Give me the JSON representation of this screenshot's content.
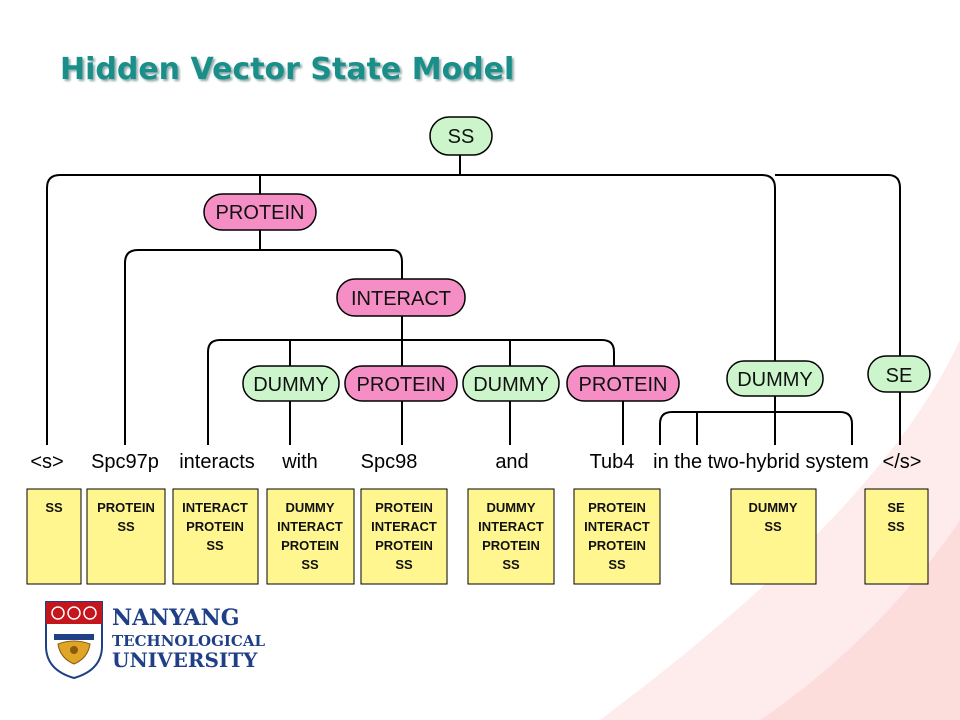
{
  "slide": {
    "title": "Hidden Vector State Model"
  },
  "tree": {
    "nodes": [
      {
        "id": "ss",
        "label": "SS",
        "type": "green"
      },
      {
        "id": "protein-top",
        "label": "PROTEIN",
        "type": "pink"
      },
      {
        "id": "interact",
        "label": "INTERACT",
        "type": "pink"
      },
      {
        "id": "dummy-1",
        "label": "DUMMY",
        "type": "green"
      },
      {
        "id": "protein-2",
        "label": "PROTEIN",
        "type": "pink"
      },
      {
        "id": "dummy-3",
        "label": "DUMMY",
        "type": "green"
      },
      {
        "id": "protein-4",
        "label": "PROTEIN",
        "type": "pink"
      },
      {
        "id": "dummy-right",
        "label": "DUMMY",
        "type": "green"
      },
      {
        "id": "se",
        "label": "SE",
        "type": "green"
      }
    ],
    "words": [
      "<s>",
      "Spc97p",
      "interacts",
      "with",
      "Spc98",
      "and",
      "Tub4",
      "in the two-hybrid system",
      "</s>"
    ],
    "stacks": [
      [
        "SS"
      ],
      [
        "PROTEIN",
        "SS"
      ],
      [
        "INTERACT",
        "PROTEIN",
        "SS"
      ],
      [
        "DUMMY",
        "INTERACT",
        "PROTEIN",
        "SS"
      ],
      [
        "PROTEIN",
        "INTERACT",
        "PROTEIN",
        "SS"
      ],
      [
        "DUMMY",
        "INTERACT",
        "PROTEIN",
        "SS"
      ],
      [
        "PROTEIN",
        "INTERACT",
        "PROTEIN",
        "SS"
      ],
      [
        "DUMMY",
        "SS"
      ],
      [
        "SE",
        "SS"
      ]
    ]
  },
  "logo": {
    "line1": "NANYANG",
    "line2": "TECHNOLOGICAL",
    "line3": "UNIVERSITY"
  },
  "colors": {
    "title": "#1a8f8a",
    "green_node": "#ccf5cc",
    "pink_node": "#f58ec4",
    "stack_box": "#fff68f",
    "logo_blue": "#1f3f86",
    "logo_red": "#c4161c"
  }
}
